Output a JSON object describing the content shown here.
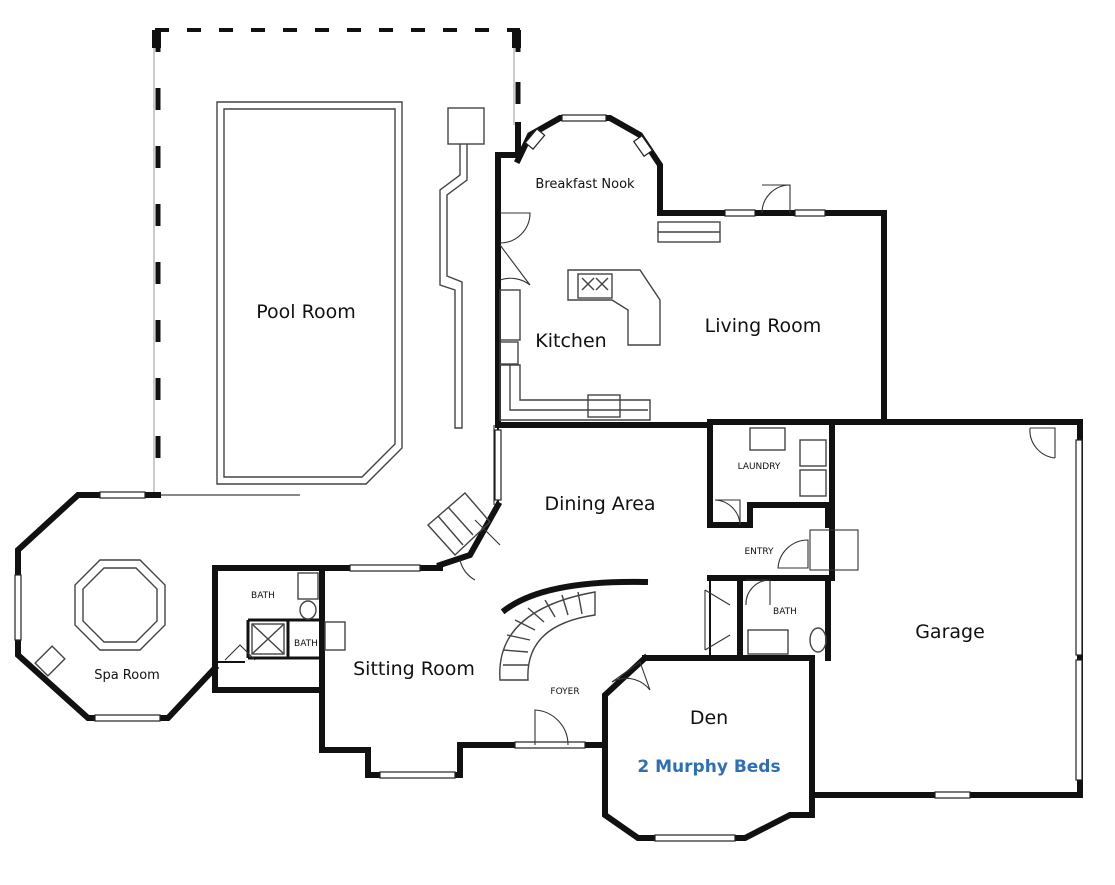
{
  "rooms": {
    "breakfast_nook": "Breakfast Nook",
    "pool_room": "Pool Room",
    "kitchen": "Kitchen",
    "living_room": "Living Room",
    "laundry": "LAUNDRY",
    "dining_area": "Dining Area",
    "entry": "ENTRY",
    "bath_upper_left": "BATH",
    "bath_small": "BATH",
    "bath_right": "BATH",
    "garage": "Garage",
    "sitting_room": "Sitting Room",
    "spa_room": "Spa Room",
    "foyer": "FOYER",
    "den": "Den",
    "den_note": "2 Murphy Beds"
  },
  "colors": {
    "wall": "#111111",
    "note": "#2e6fb5",
    "background": "#ffffff"
  }
}
